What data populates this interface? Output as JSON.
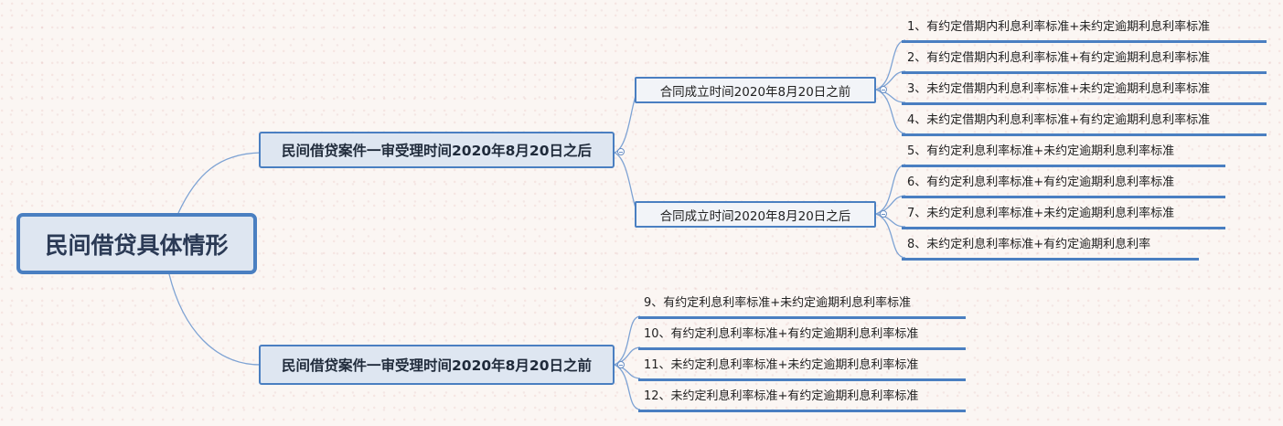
{
  "root": {
    "label": "民间借贷具体情形"
  },
  "branches": [
    {
      "label": "民间借贷案件一审受理时间2020年8月20日之后",
      "children": [
        {
          "label": "合同成立时间2020年8月20日之前",
          "items": [
            "1、有约定借期内利息利率标准+未约定逾期利息利率标准",
            "2、有约定借期内利息利率标准+有约定逾期利息利率标准",
            "3、未约定借期内利息利率标准+未约定逾期利息利率标准",
            "4、未约定借期内利息利率标准+有约定逾期利息利率标准"
          ]
        },
        {
          "label": "合同成立时间2020年8月20日之后",
          "items": [
            "5、有约定利息利率标准+未约定逾期利息利率标准",
            "6、有约定利息利率标准+有约定逾期利息利率标准",
            "7、未约定利息利率标准+未约定逾期利息利率标准",
            "8、未约定利息利率标准+有约定逾期利息利率"
          ]
        }
      ]
    },
    {
      "label": "民间借贷案件一审受理时间2020年8月20日之前",
      "items": [
        "9、有约定利息利率标准+未约定逾期利息利率标准",
        "10、有约定利息利率标准+有约定逾期利息利率标准",
        "11、未约定利息利率标准+未约定逾期利息利率标准",
        "12、未约定利息利率标准+有约定逾期利息利率标准"
      ]
    }
  ]
}
